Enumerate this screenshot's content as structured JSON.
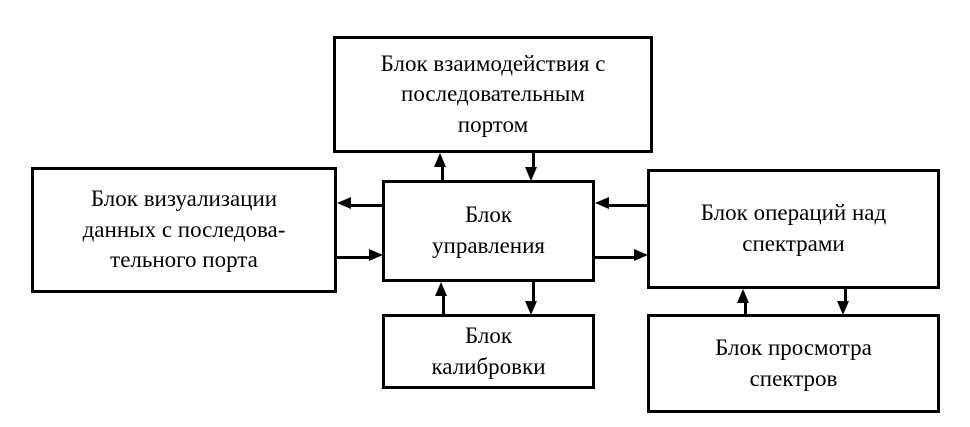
{
  "diagram": {
    "type": "block-diagram",
    "language": "ru",
    "background_color": "#ffffff",
    "line_color": "#000000",
    "text_color": "#000000",
    "blocks": [
      {
        "id": "serial-port",
        "label": "Блок взаимодействия с\nпоследовательным\nпортом",
        "position": "top-center"
      },
      {
        "id": "visualization",
        "label": "Блок визуализации\nданных с последова-\nтельного порта",
        "position": "middle-left"
      },
      {
        "id": "control",
        "label": "Блок\nуправления",
        "position": "center"
      },
      {
        "id": "spectra-ops",
        "label": "Блок операций над\nспектрами",
        "position": "middle-right"
      },
      {
        "id": "calibration",
        "label": "Блок\nкалибровки",
        "position": "bottom-center"
      },
      {
        "id": "spectra-view",
        "label": "Блок просмотра\nспектров",
        "position": "bottom-right"
      }
    ],
    "connections": [
      {
        "id": "control-to-serial",
        "from": "control",
        "to": "serial-port",
        "direction": "up",
        "style": "solid-filled-arrowhead"
      },
      {
        "id": "serial-to-control",
        "from": "serial-port",
        "to": "control",
        "direction": "down",
        "style": "solid-filled-arrowhead"
      },
      {
        "id": "control-to-visualization",
        "from": "control",
        "to": "visualization",
        "direction": "left",
        "style": "solid-filled-arrowhead"
      },
      {
        "id": "visualization-to-control",
        "from": "visualization",
        "to": "control",
        "direction": "right",
        "style": "solid-filled-arrowhead"
      },
      {
        "id": "spectra-to-control",
        "from": "spectra-ops",
        "to": "control",
        "direction": "left",
        "style": "solid-filled-arrowhead"
      },
      {
        "id": "control-to-spectra",
        "from": "control",
        "to": "spectra-ops",
        "direction": "right",
        "style": "solid-filled-arrowhead"
      },
      {
        "id": "calibration-to-control",
        "from": "calibration",
        "to": "control",
        "direction": "up",
        "style": "solid-filled-arrowhead"
      },
      {
        "id": "control-to-calibration",
        "from": "control",
        "to": "calibration",
        "direction": "down",
        "style": "solid-filled-arrowhead"
      },
      {
        "id": "view-to-spectra",
        "from": "spectra-view",
        "to": "spectra-ops",
        "direction": "up",
        "style": "solid-filled-arrowhead"
      },
      {
        "id": "spectra-to-view",
        "from": "spectra-ops",
        "to": "spectra-view",
        "direction": "down",
        "style": "solid-filled-arrowhead"
      }
    ]
  }
}
